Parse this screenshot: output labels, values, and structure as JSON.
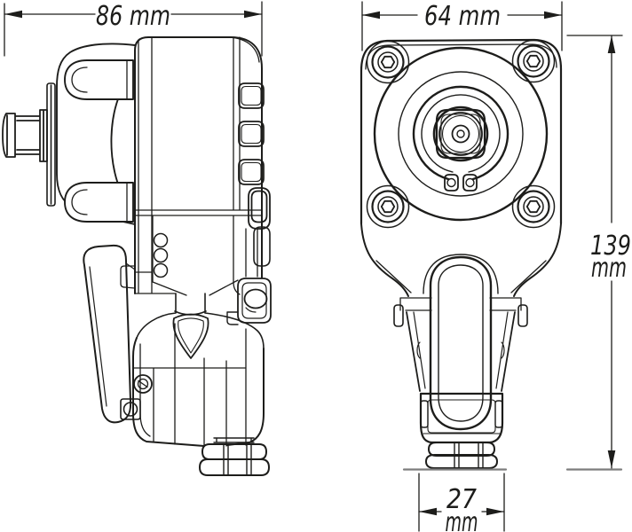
{
  "drawing": {
    "background": "#ffffff",
    "line_color": "#1d1d1b",
    "extension_line_gray": "#7d7d7d",
    "dimensions": {
      "side_width": "86 mm",
      "front_width": "64 mm",
      "height_value": "139",
      "height_unit": "mm",
      "inlet_width_value": "27",
      "inlet_width_unit": "mm"
    }
  }
}
